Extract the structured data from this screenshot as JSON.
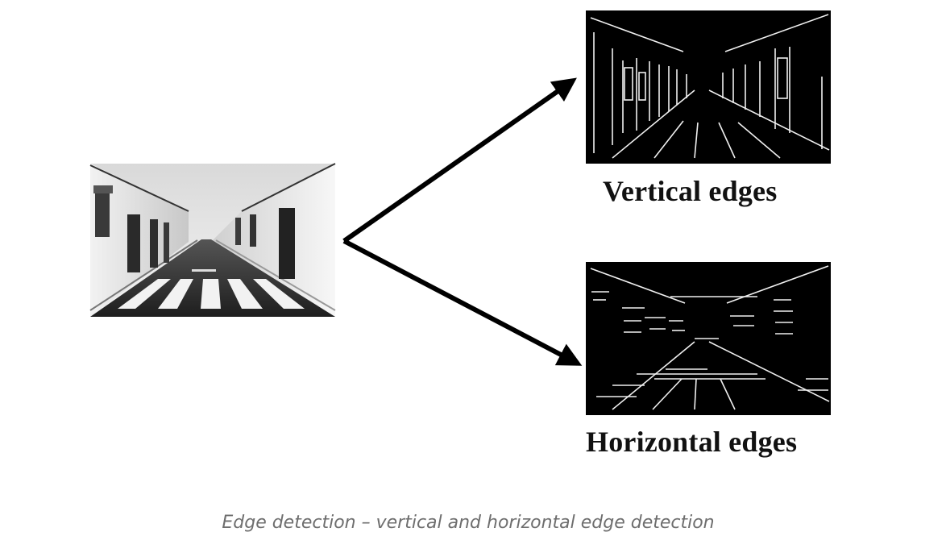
{
  "labels": {
    "vertical": "Vertical edges",
    "horizontal": "Horizontal edges"
  },
  "caption": "Edge detection – vertical and horizontal edge detection",
  "colors": {
    "arrow": "#000000",
    "edge_lines": "#ffffff",
    "panel_background": "#000000",
    "caption": "#6e6e6e"
  }
}
